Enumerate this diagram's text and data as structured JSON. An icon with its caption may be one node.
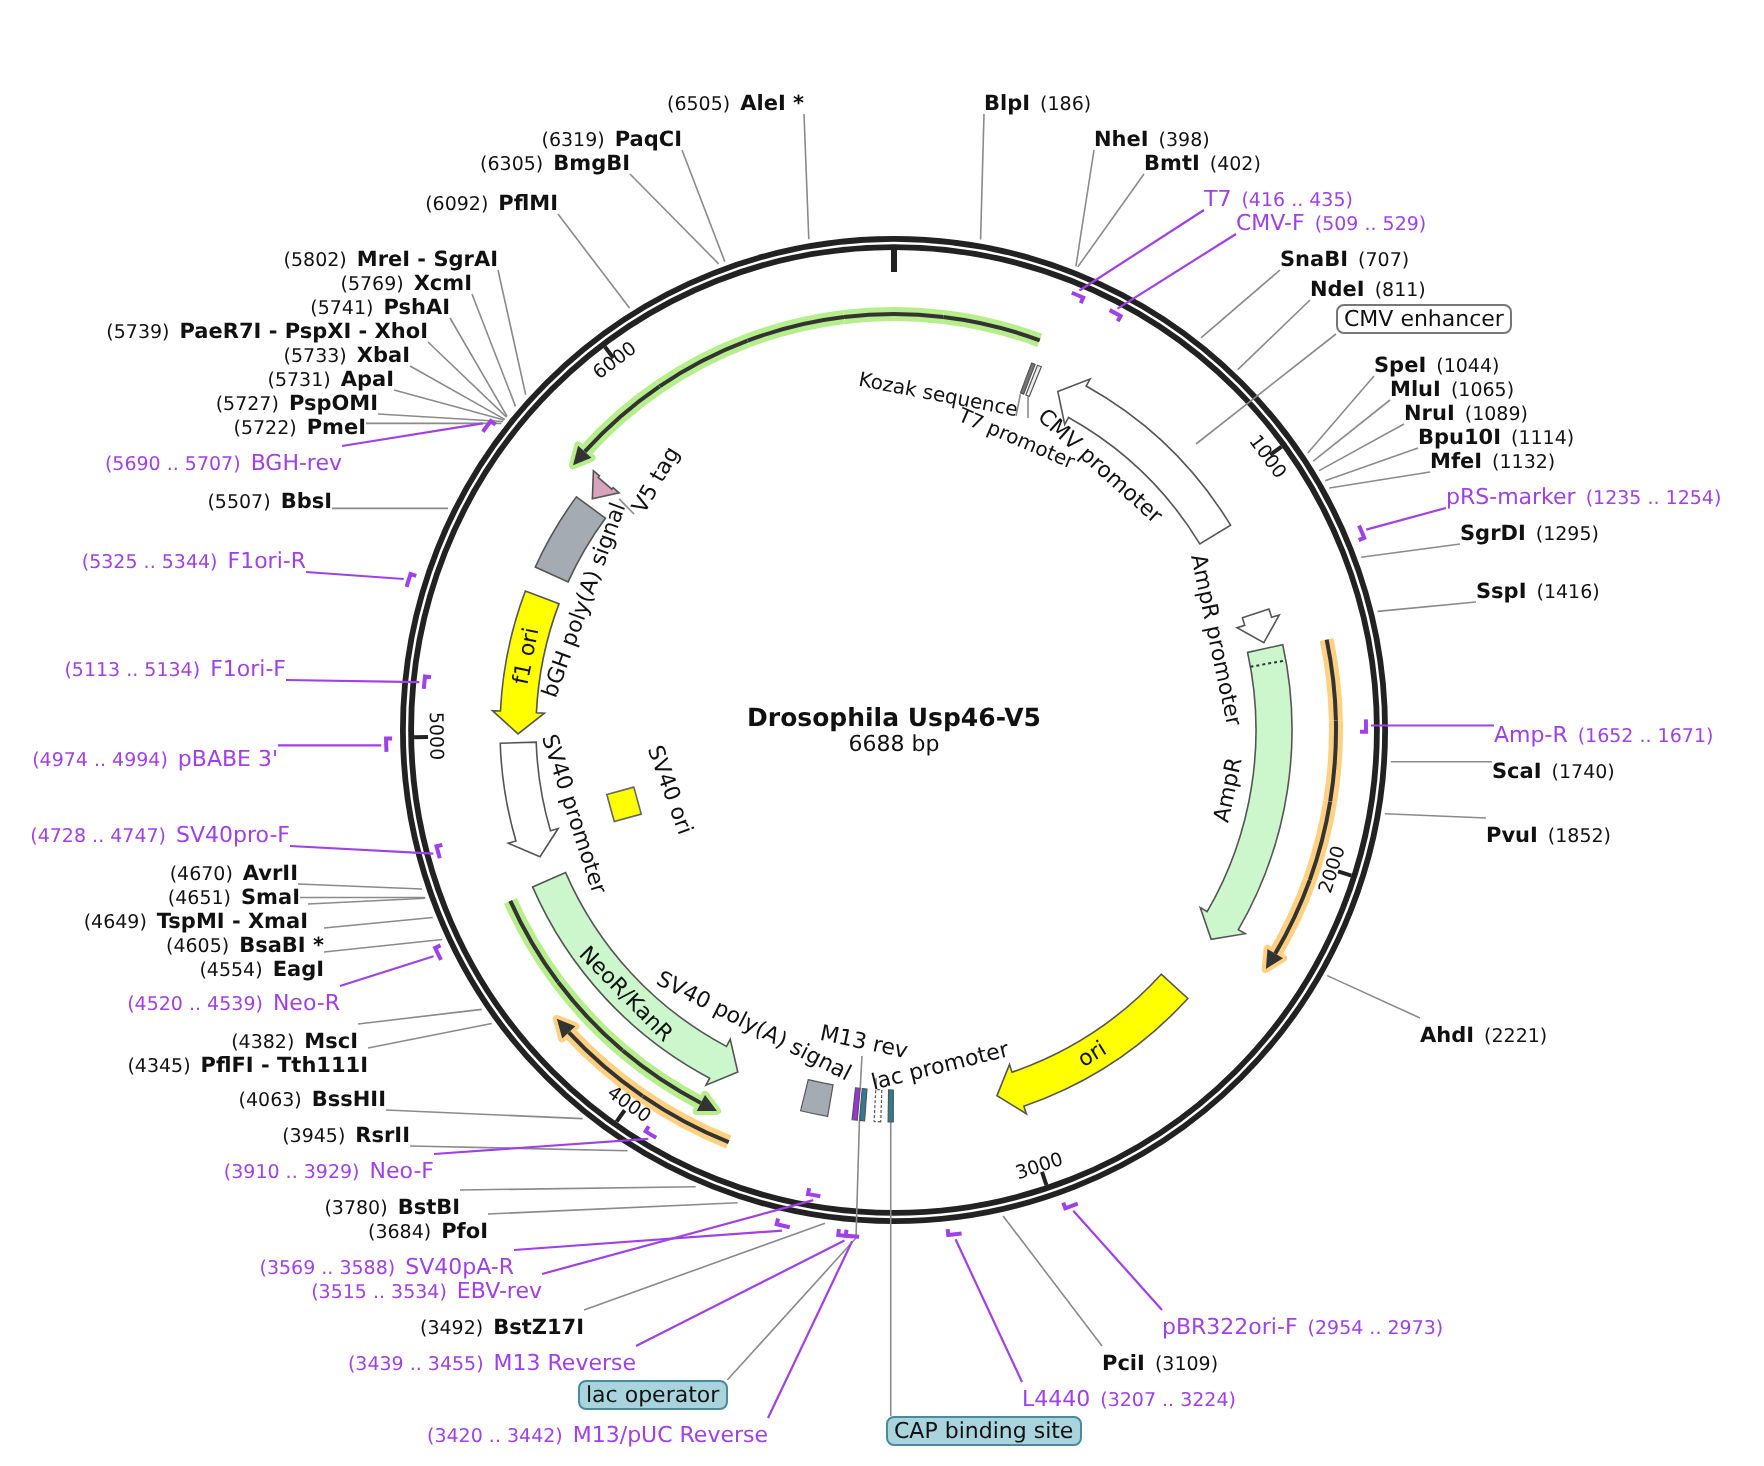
{
  "diagram": {
    "title": "Drosophila Usp46-V5",
    "nodes": [
      {
        "text": [
          "(6505)",
          "AleI *"
        ]
      },
      {
        "text": [
          "(6319)",
          "PaqCI"
        ]
      },
      {
        "text": [
          "(6305)",
          "BmgBI"
        ]
      },
      {
        "text": [
          "(6092)",
          "PflMI"
        ]
      },
      {
        "text": [
          "(5802)",
          "MreI - SgrAI"
        ]
      },
      {
        "text": [
          "(5769)",
          "XcmI"
        ]
      },
      {
        "text": [
          "(5741)",
          "PshAI"
        ]
      },
      {
        "text": [
          "(5739)",
          "PaeR7I - PspXI - XhoI"
        ]
      },
      {
        "text": [
          "(5733)",
          "XbaI"
        ]
      },
      {
        "text": [
          "(5731)",
          "ApaI"
        ]
      },
      {
        "text": [
          "(5727)",
          "PspOMI"
        ]
      },
      {
        "text": [
          "(5722)",
          "PmeI"
        ]
      },
      {
        "text": [
          "(5690 .. 5707)",
          "BGH-rev"
        ]
      },
      {
        "text": [
          "(5507)",
          "BbsI"
        ]
      },
      {
        "text": [
          "(5325 .. 5344)",
          "F1ori-R"
        ]
      },
      {
        "text": [
          "(5113 .. 5134)",
          "F1ori-F"
        ]
      },
      {
        "text": [
          "(4974 .. 4994)",
          "pBABE 3'"
        ]
      },
      {
        "text": [
          "(4728 .. 4747)",
          "SV40pro-F"
        ]
      },
      {
        "text": [
          "(4670)",
          "AvrII"
        ]
      },
      {
        "text": [
          "(4651)",
          "SmaI"
        ]
      },
      {
        "text": [
          "(4649)",
          "TspMI - XmaI"
        ]
      },
      {
        "text": [
          "(4605)",
          "BsaBI *"
        ]
      },
      {
        "text": [
          "(4554)",
          "EagI"
        ]
      },
      {
        "text": [
          "(4520 .. 4539)",
          "Neo-R"
        ]
      },
      {
        "text": [
          "(4382)",
          "MscI"
        ]
      },
      {
        "text": [
          "(4345)",
          "PflFI - Tth111I"
        ]
      },
      {
        "text": [
          "(4063)",
          "BssHII"
        ]
      },
      {
        "text": [
          "(3945)",
          "RsrII"
        ]
      },
      {
        "text": [
          "(3910 .. 3929)",
          "Neo-F"
        ]
      },
      {
        "text": [
          "(3780)",
          "BstBI"
        ]
      },
      {
        "text": [
          "(3684)",
          "PfoI"
        ]
      },
      {
        "text": [
          "(3569 .. 3588)",
          "SV40pA-R"
        ]
      },
      {
        "text": [
          "(3515 .. 3534)",
          "EBV-rev"
        ]
      },
      {
        "text": [
          "(3492)",
          "BstZ17I"
        ]
      },
      {
        "text": [
          "(3439 .. 3455)",
          "M13 Reverse"
        ]
      },
      {
        "text": [
          "lac operator"
        ]
      },
      {
        "text": [
          "(3420 .. 3442)",
          "M13/pUC Reverse"
        ]
      },
      {
        "text": [
          "BlpI",
          "(186)"
        ]
      },
      {
        "text": [
          "NheI",
          "(398)"
        ]
      },
      {
        "text": [
          "BmtI",
          "(402)"
        ]
      },
      {
        "text": [
          "T7",
          "(416 .. 435)"
        ]
      },
      {
        "text": [
          "CMV-F",
          "(509 .. 529)"
        ]
      },
      {
        "text": [
          "SnaBI",
          "(707)"
        ]
      },
      {
        "text": [
          "NdeI",
          "(811)"
        ]
      },
      {
        "text": [
          "CMV enhancer"
        ]
      },
      {
        "text": [
          "SpeI",
          "(1044)"
        ]
      },
      {
        "text": [
          "MluI",
          "(1065)"
        ]
      },
      {
        "text": [
          "NruI",
          "(1089)"
        ]
      },
      {
        "text": [
          "Bpu10I",
          "(1114)"
        ]
      },
      {
        "text": [
          "MfeI",
          "(1132)"
        ]
      },
      {
        "text": [
          "pRS-marker",
          "(1235 .. 1254)"
        ]
      },
      {
        "text": [
          "SgrDI",
          "(1295)"
        ]
      },
      {
        "text": [
          "SspI",
          "(1416)"
        ]
      },
      {
        "text": [
          "Amp-R",
          "(1652 .. 1671)"
        ]
      },
      {
        "text": [
          "ScaI",
          "(1740)"
        ]
      },
      {
        "text": [
          "PvuI",
          "(1852)"
        ]
      },
      {
        "text": [
          "AhdI",
          "(2221)"
        ]
      },
      {
        "text": [
          "pBR322ori-F",
          "(2954 .. 2973)"
        ]
      },
      {
        "text": [
          "PciI",
          "(3109)"
        ]
      },
      {
        "text": [
          "L4440",
          "(3207 .. 3224)"
        ]
      },
      {
        "text": [
          "CAP binding site"
        ]
      },
      {
        "text": [
          "Kozak sequence"
        ]
      },
      {
        "text": [
          "T7 promoter"
        ]
      },
      {
        "text": [],
        "shape": "arrow",
        "beside": [
          "CMV promoter"
        ]
      },
      {
        "text": [
          "V5 tag"
        ]
      },
      {
        "text": [],
        "shape": "arrow"
      },
      {
        "text": [],
        "shape": "box",
        "beside": [
          "bGH poly(A) signal"
        ]
      },
      {
        "text": [
          "f1 ori"
        ]
      },
      {
        "text": [],
        "shape": "arrow",
        "beside": [
          "SV40 promoter"
        ]
      },
      {
        "text": [],
        "shape": "box",
        "beside": [
          "SV40 ori"
        ]
      },
      {
        "text": [
          "NeoR/KanR"
        ]
      },
      {
        "text": [],
        "shape": "box",
        "beside": [
          "SV40 poly(A) signal"
        ]
      },
      {
        "text": [
          "M13 rev"
        ]
      },
      {
        "text": [
          "lac promoter"
        ]
      },
      {
        "text": [
          "ori"
        ]
      },
      {
        "text": [],
        "shape": "arrow",
        "beside": [
          "AmpR"
        ]
      },
      {
        "text": [],
        "shape": "arrow",
        "beside": [
          "AmpR promoter"
        ]
      },
      {
        "text": [],
        "shape": "box"
      },
      {
        "text": [],
        "shape": "box"
      },
      {
        "text": [],
        "shape": "box"
      },
      {
        "text": [],
        "shape": "box"
      },
      {
        "text": [],
        "shape": "box"
      },
      {
        "text": [],
        "shape": "box"
      }
    ],
    "edges": [
      {
        "from": 0,
        "to": null,
        "arrow": "none"
      },
      {
        "from": 1,
        "to": null,
        "arrow": "none"
      },
      {
        "from": 2,
        "to": null,
        "arrow": "none"
      },
      {
        "from": 3,
        "to": null,
        "arrow": "none"
      },
      {
        "from": 4,
        "to": null,
        "arrow": "none"
      },
      {
        "from": 5,
        "to": null,
        "arrow": "none"
      },
      {
        "from": 6,
        "to": null,
        "arrow": "none"
      },
      {
        "from": 7,
        "to": null,
        "arrow": "none"
      },
      {
        "from": 8,
        "to": null,
        "arrow": "none"
      },
      {
        "from": 9,
        "to": null,
        "arrow": "none"
      },
      {
        "from": 10,
        "to": null,
        "arrow": "none"
      },
      {
        "from": 11,
        "to": null,
        "arrow": "none"
      },
      {
        "from": 12,
        "to": null,
        "arrow": "none",
        "color": "#a040e8"
      },
      {
        "from": 13,
        "to": null,
        "arrow": "none"
      },
      {
        "from": 14,
        "to": null,
        "arrow": "none",
        "color": "#a040e8"
      },
      {
        "from": 15,
        "to": null,
        "arrow": "none",
        "color": "#a040e8"
      },
      {
        "from": 16,
        "to": null,
        "arrow": "none",
        "color": "#a040e8"
      },
      {
        "from": 17,
        "to": null,
        "arrow": "none",
        "color": "#a040e8"
      },
      {
        "from": 18,
        "to": null,
        "arrow": "none"
      },
      {
        "from": 19,
        "to": null,
        "arrow": "none"
      },
      {
        "from": 20,
        "to": null,
        "arrow": "none"
      },
      {
        "from": 21,
        "to": null,
        "arrow": "none"
      },
      {
        "from": 22,
        "to": null,
        "arrow": "none"
      },
      {
        "from": 23,
        "to": null,
        "arrow": "none",
        "color": "#a040e8"
      },
      {
        "from": 24,
        "to": null,
        "arrow": "none"
      },
      {
        "from": 25,
        "to": null,
        "arrow": "none"
      },
      {
        "from": 26,
        "to": null,
        "arrow": "none"
      },
      {
        "from": 27,
        "to": null,
        "arrow": "none"
      },
      {
        "from": 28,
        "to": null,
        "arrow": "none",
        "color": "#a040e8"
      },
      {
        "from": 29,
        "to": null,
        "arrow": "none"
      },
      {
        "from": 30,
        "to": null,
        "arrow": "none"
      },
      {
        "from": 31,
        "to": null,
        "arrow": "none",
        "color": "#a040e8"
      },
      {
        "from": 32,
        "to": null,
        "arrow": "none",
        "color": "#a040e8"
      },
      {
        "from": 33,
        "to": null,
        "arrow": "none"
      },
      {
        "from": 34,
        "to": null,
        "arrow": "none",
        "color": "#a040e8"
      },
      {
        "from": 35,
        "to": 80,
        "arrow": "none"
      },
      {
        "from": 36,
        "to": null,
        "arrow": "none",
        "color": "#a040e8"
      },
      {
        "from": 37,
        "to": null,
        "arrow": "none"
      },
      {
        "from": 38,
        "to": null,
        "arrow": "none"
      },
      {
        "from": 39,
        "to": null,
        "arrow": "none"
      },
      {
        "from": 40,
        "to": null,
        "arrow": "none",
        "color": "#a040e8"
      },
      {
        "from": 41,
        "to": null,
        "arrow": "none",
        "color": "#a040e8"
      },
      {
        "from": 42,
        "to": null,
        "arrow": "none"
      },
      {
        "from": 43,
        "to": null,
        "arrow": "none"
      },
      {
        "from": 44,
        "to": 63,
        "arrow": "none"
      },
      {
        "from": 45,
        "to": null,
        "arrow": "none"
      },
      {
        "from": 46,
        "to": null,
        "arrow": "none"
      },
      {
        "from": 47,
        "to": null,
        "arrow": "none"
      },
      {
        "from": 48,
        "to": null,
        "arrow": "none"
      },
      {
        "from": 49,
        "to": null,
        "arrow": "none"
      },
      {
        "from": 50,
        "to": null,
        "arrow": "none",
        "color": "#a040e8"
      },
      {
        "from": 51,
        "to": null,
        "arrow": "none"
      },
      {
        "from": 52,
        "to": null,
        "arrow": "none"
      },
      {
        "from": 53,
        "to": null,
        "arrow": "none",
        "color": "#a040e8"
      },
      {
        "from": 54,
        "to": null,
        "arrow": "none"
      },
      {
        "from": 55,
        "to": null,
        "arrow": "none"
      },
      {
        "from": 56,
        "to": null,
        "arrow": "none"
      },
      {
        "from": 57,
        "to": null,
        "arrow": "none",
        "color": "#a040e8"
      },
      {
        "from": 58,
        "to": null,
        "arrow": "none"
      },
      {
        "from": 59,
        "to": null,
        "arrow": "none",
        "color": "#a040e8"
      },
      {
        "from": 60,
        "to": 82,
        "arrow": "none"
      },
      {
        "from": 61,
        "to": 77,
        "arrow": "none"
      },
      {
        "from": 62,
        "to": 78,
        "arrow": "none"
      },
      {
        "from": 64,
        "to": 65,
        "arrow": "none"
      },
      {
        "from": 72,
        "to": 79,
        "arrow": "none"
      },
      {
        "from": 73,
        "to": 81,
        "arrow": "none"
      }
    ],
    "labels": [
      "6000",
      "1000",
      "6688 bp",
      "5000",
      "2000",
      "4000",
      "3000"
    ]
  }
}
